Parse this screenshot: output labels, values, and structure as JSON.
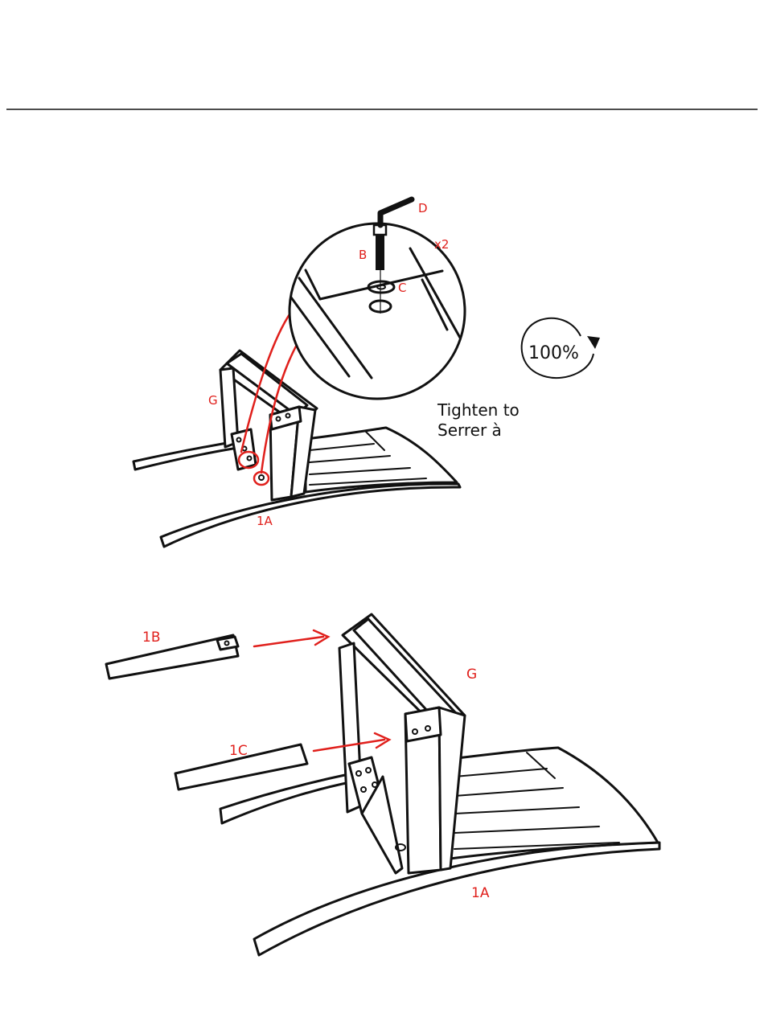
{
  "labels": {
    "step1": {
      "hex_key": "D",
      "bolt": "B",
      "washer": "C",
      "quantity": "x2",
      "frame": "G",
      "seat": "1A"
    },
    "torque": {
      "percent": "100%",
      "line1": "Tighten to",
      "line2": "Serrer à"
    },
    "step2": {
      "rail_b": "1B",
      "rail_c": "1C",
      "frame": "G",
      "seat": "1A"
    }
  },
  "colors": {
    "callout": "#e0201c",
    "line": "#111111"
  },
  "icons": {
    "rotation": "clockwise-arrow-icon",
    "tool": "hex-key-icon"
  }
}
